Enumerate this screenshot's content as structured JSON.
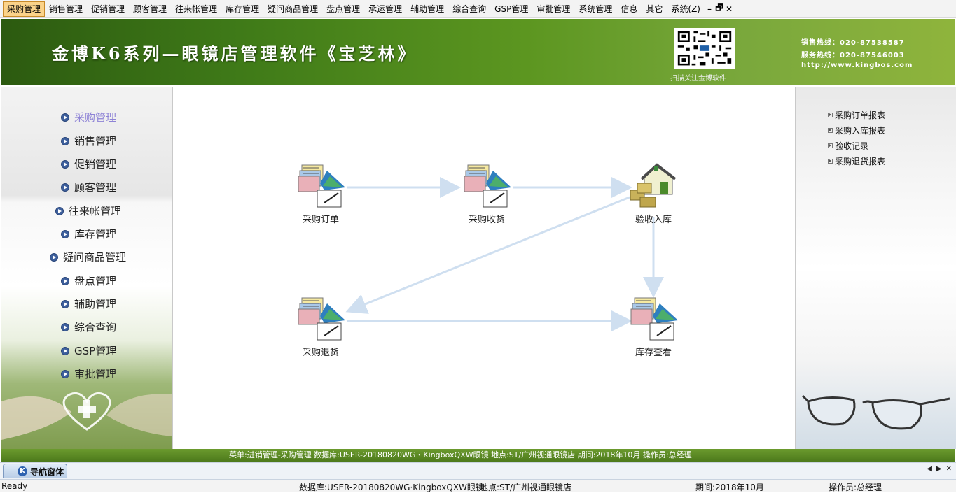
{
  "menu": {
    "items": [
      "采购管理",
      "销售管理",
      "促销管理",
      "顾客管理",
      "往来帐管理",
      "库存管理",
      "疑问商品管理",
      "盘点管理",
      "承运管理",
      "辅助管理",
      "综合查询",
      "GSP管理",
      "审批管理",
      "系统管理",
      "信息",
      "其它",
      "系统(Z)"
    ],
    "active_index": 0,
    "window_controls": [
      "–",
      "🗗",
      "✕"
    ]
  },
  "banner": {
    "title": "金博K6系列—眼镜店管理软件《宝芝林》",
    "qr_caption": "扫描关注金博软件",
    "sales_hotline": "销售热线：020-87538587",
    "service_hotline": "服务热线：020-87546003",
    "website": "http://www.kingbos.com"
  },
  "left_nav": {
    "items": [
      {
        "label": "采购管理",
        "selected": true
      },
      {
        "label": "销售管理",
        "selected": false
      },
      {
        "label": "促销管理",
        "selected": false
      },
      {
        "label": "顾客管理",
        "selected": false
      },
      {
        "label": "往来帐管理",
        "selected": false
      },
      {
        "label": "库存管理",
        "selected": false
      },
      {
        "label": "疑问商品管理",
        "selected": false
      },
      {
        "label": "盘点管理",
        "selected": false
      },
      {
        "label": "辅助管理",
        "selected": false
      },
      {
        "label": "综合查询",
        "selected": false
      },
      {
        "label": "GSP管理",
        "selected": false
      },
      {
        "label": "审批管理",
        "selected": false
      }
    ]
  },
  "flow": {
    "nodes": {
      "purchase_order": "采购订单",
      "purchase_receive": "采购收货",
      "inspect_store": "验收入库",
      "purchase_return": "采购退货",
      "stock_view": "库存查看"
    },
    "arrow_color": "#cfdff0"
  },
  "right_panel": {
    "reports": [
      "采购订单报表",
      "采购入库报表",
      "验收记录",
      "采购退货报表"
    ]
  },
  "info_bar": {
    "text": "菜单:进销管理-采购管理  数据库:USER-20180820WG・KingboxQXW眼镜  地点:ST/广州视通眼镜店  期间:2018年10月  操作员:总经理"
  },
  "tabs": {
    "nav_tab": "导航窗体",
    "icon_letter": "K",
    "arrows": [
      "◀",
      "▶",
      "✕"
    ]
  },
  "status": {
    "ready": "Ready",
    "database": "数据库:USER-20180820WG·KingboxQXW眼镜",
    "location": "地点:ST/广州视通眼镜店",
    "period": "期间:2018年10月",
    "operator": "操作员:总经理"
  },
  "colors": {
    "banner_green": "#3f7a18",
    "menu_active": "#fbd38a",
    "nav_selected": "#8e83d6",
    "info_bar_green": "#5c8a24"
  }
}
